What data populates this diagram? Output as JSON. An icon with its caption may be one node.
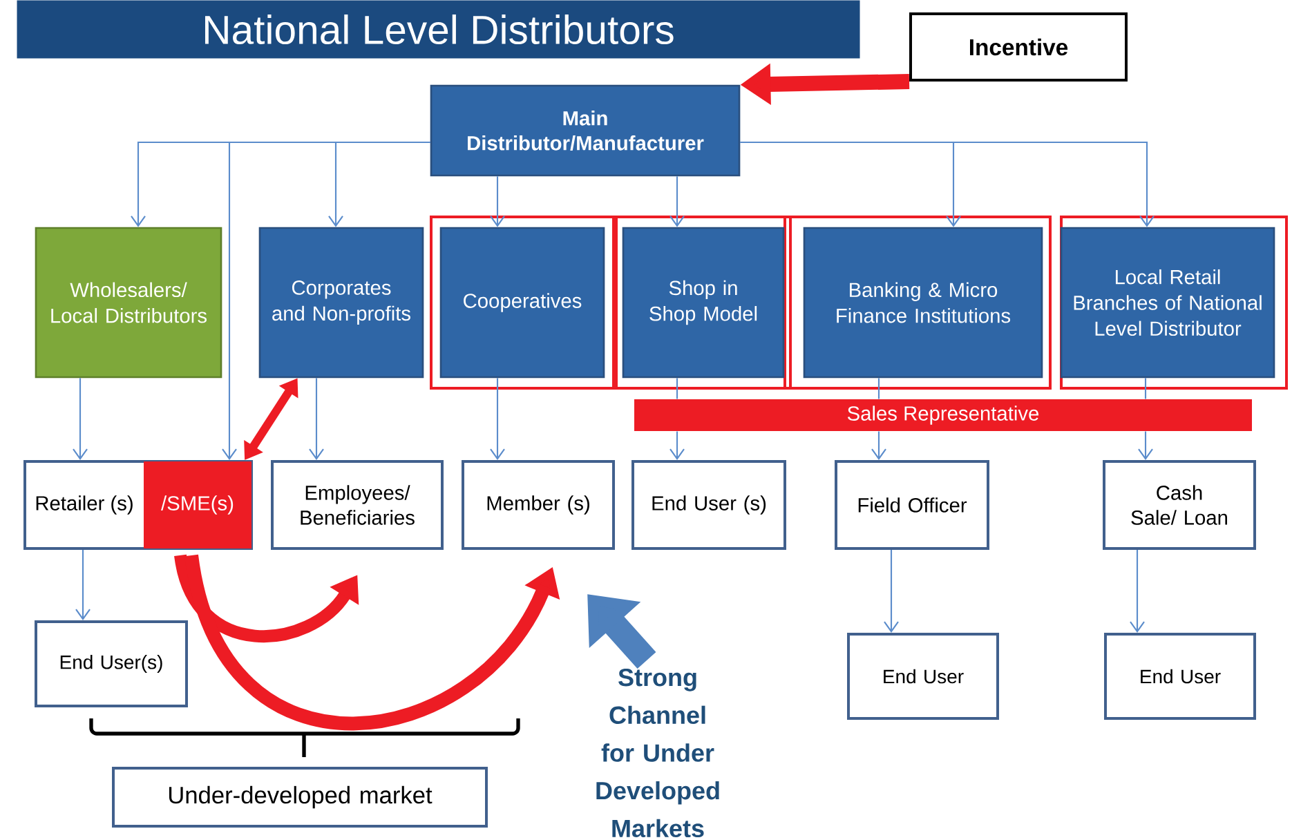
{
  "diagram": {
    "title": "National Level Distributors",
    "nodes": [
      {
        "text": [
          "Main Distributor/Manufacturer"
        ]
      },
      {
        "text": [
          "Incentive"
        ]
      },
      {
        "text": [
          "Wholesalers/ Local Distributors"
        ]
      },
      {
        "text": [
          "Corporates and Non-profits"
        ]
      },
      {
        "text": [
          "Cooperatives"
        ]
      },
      {
        "text": [
          "Shop in Shop Model"
        ]
      },
      {
        "text": [
          "Banking & Micro Finance Institutions"
        ]
      },
      {
        "text": [
          "Local Retail Branches of National Level Distributor"
        ]
      },
      {
        "text": [
          "Sales Representative"
        ]
      },
      {
        "text": [
          "Retailer (s)",
          "/SME(s)"
        ]
      },
      {
        "text": [
          "Employees/ Beneficiaries"
        ]
      },
      {
        "text": [
          "Member (s)"
        ]
      },
      {
        "text": [
          "End User (s)"
        ]
      },
      {
        "text": [
          "Field Officer"
        ]
      },
      {
        "text": [
          "Cash Sale/ Loan"
        ]
      },
      {
        "text": [
          "End User(s)"
        ]
      },
      {
        "text": [
          "End User"
        ]
      },
      {
        "text": [
          "End User"
        ]
      },
      {
        "text": [
          "Under-developed market"
        ]
      }
    ],
    "edges": [
      {
        "from": 0,
        "to": 2,
        "arrow": "to"
      },
      {
        "from": 0,
        "to": 3,
        "arrow": "to"
      },
      {
        "from": 0,
        "to": 4,
        "arrow": "to"
      },
      {
        "from": 0,
        "to": 5,
        "arrow": "to"
      },
      {
        "from": 0,
        "to": 6,
        "arrow": "to"
      },
      {
        "from": 0,
        "to": 7,
        "arrow": "to"
      },
      {
        "from": 0,
        "to": 9,
        "arrow": "to"
      },
      {
        "from": 2,
        "to": 9,
        "arrow": "to"
      },
      {
        "from": 3,
        "to": 10,
        "arrow": "to"
      },
      {
        "from": 4,
        "to": 11,
        "arrow": "to"
      },
      {
        "from": 5,
        "to": 8,
        "arrow": "none"
      },
      {
        "from": 6,
        "to": 8,
        "arrow": "none"
      },
      {
        "from": 7,
        "to": 8,
        "arrow": "none"
      },
      {
        "from": 8,
        "to": 12,
        "arrow": "to"
      },
      {
        "from": 8,
        "to": 13,
        "arrow": "to"
      },
      {
        "from": 8,
        "to": 14,
        "arrow": "to"
      },
      {
        "from": 9,
        "to": 15,
        "arrow": "to"
      },
      {
        "from": 13,
        "to": 16,
        "arrow": "to"
      },
      {
        "from": 14,
        "to": 17,
        "arrow": "to"
      },
      {
        "from": 1,
        "to": 0,
        "arrow": "to",
        "style": "thick",
        "color": "#ed1c24"
      },
      {
        "from": 9,
        "to": 3,
        "arrow": "both",
        "style": "thick",
        "color": "#ed1c24"
      },
      {
        "from": 9,
        "to": 10,
        "arrow": "to",
        "style": "thick",
        "color": "#ed1c24"
      },
      {
        "from": 9,
        "to": 11,
        "arrow": "to",
        "style": "thick",
        "color": "#ed1c24"
      }
    ],
    "labels": [
      "Strong Channel for Under Developed Markets"
    ]
  }
}
